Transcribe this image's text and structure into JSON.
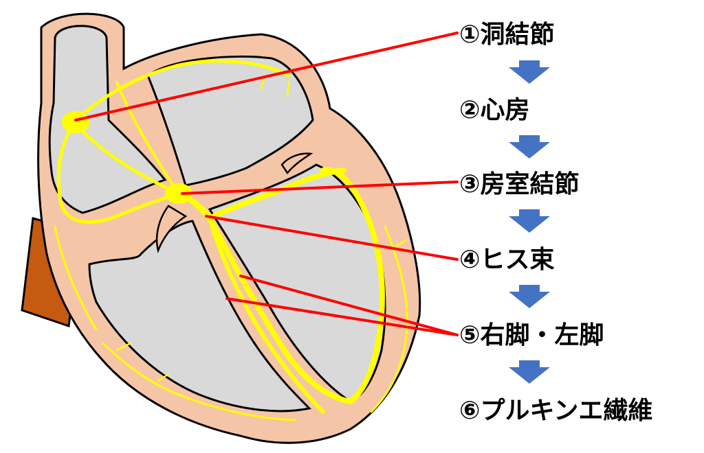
{
  "steps": [
    {
      "label": "①洞結節"
    },
    {
      "label": "②心房"
    },
    {
      "label": "③房室結節"
    },
    {
      "label": "④ヒス束"
    },
    {
      "label": "⑤右脚・左脚"
    },
    {
      "label": "⑥プルキンエ繊維"
    }
  ],
  "colors": {
    "muscle": "#f5c5a8",
    "chamber": "#d9d9d9",
    "conduction": "#ffff00",
    "pointer": "#ff0000",
    "arrow": "#4472c4",
    "vessel": "#c55a11",
    "outline": "#000000"
  }
}
